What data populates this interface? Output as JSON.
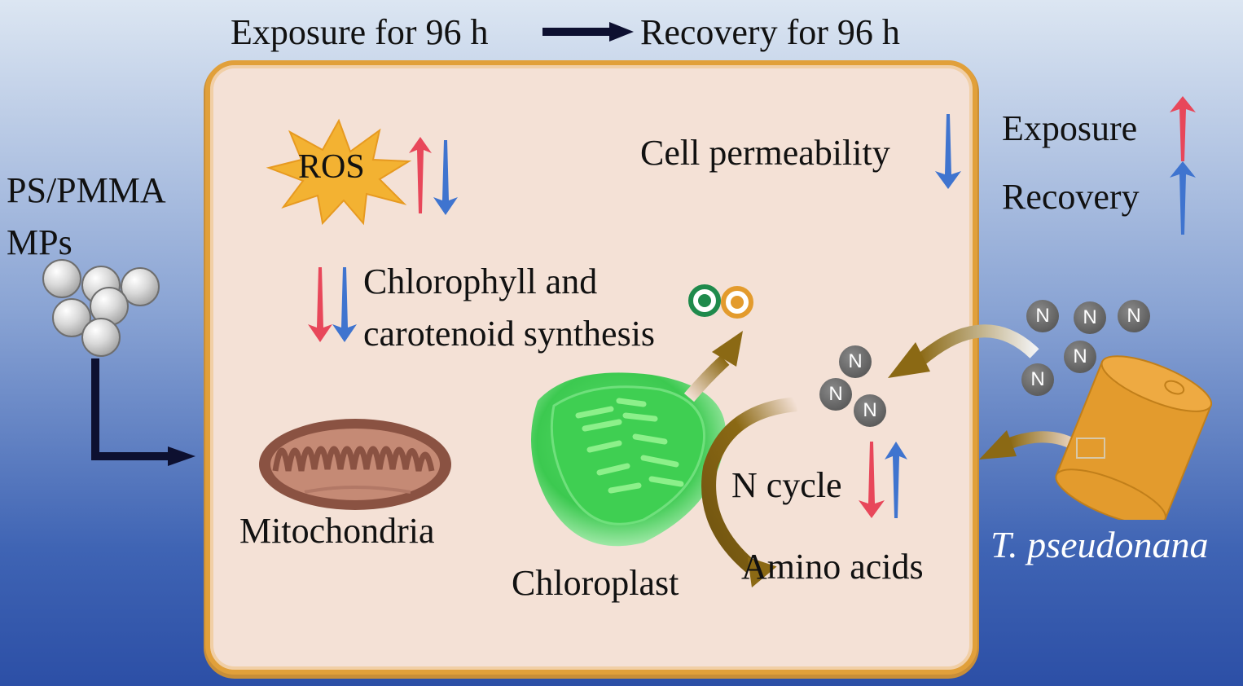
{
  "header": {
    "exposure": "Exposure for 96 h",
    "recovery": "Recovery for 96 h"
  },
  "input": {
    "line1": "PS/PMMA",
    "line2": "MPs"
  },
  "cell": {
    "ros": "ROS",
    "permeability": "Cell permeability",
    "pigments_line1": "Chlorophyll and",
    "pigments_line2": "carotenoid synthesis",
    "mitochondria": "Mitochondria",
    "chloroplast": "Chloroplast",
    "n_cycle": "N cycle",
    "amino_acids": "Amino acids",
    "n_label": "N"
  },
  "legend": {
    "exposure": "Exposure",
    "recovery": "Recovery"
  },
  "organism": "T. pseudonana",
  "colors": {
    "exposure_arrow": "#e8475a",
    "recovery_arrow": "#3f74cf",
    "cell_border": "#e1a03a",
    "cell_fill": "#f4e1d6",
    "diatom": "#e39b2d",
    "chloroplast": "#43d157",
    "mitochondria": "#8a5242",
    "flow_arrow": "#8b6914"
  }
}
